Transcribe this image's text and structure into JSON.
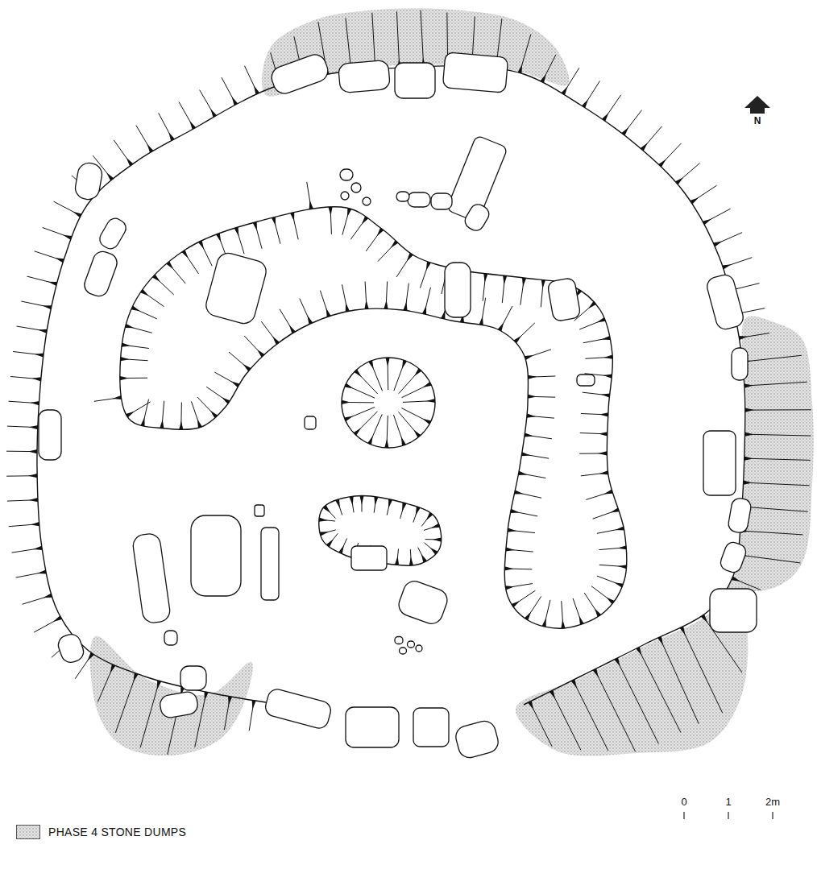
{
  "diagram": {
    "labels": [
      "N",
      "0",
      "1",
      "2m"
    ],
    "legend": [
      {
        "text": "PHASE 4 STONE DUMPS"
      }
    ]
  }
}
